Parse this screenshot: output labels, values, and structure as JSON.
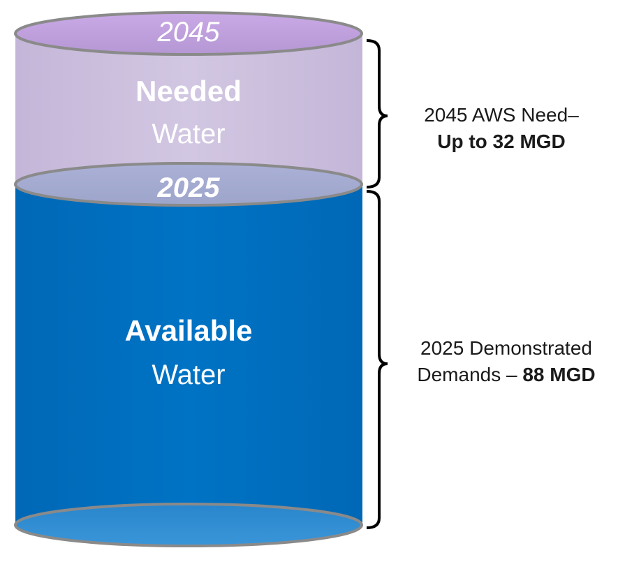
{
  "cylinder": {
    "top_year": "2045",
    "mid_year": "2025",
    "needed": {
      "line1": "Needed",
      "line2": "Water"
    },
    "available": {
      "line1": "Available",
      "line2": "Water"
    }
  },
  "annotations": {
    "need_line1": "2045 AWS Need–",
    "need_line2": "Up to 32 MGD",
    "demand_line1": "2025 Demonstrated",
    "demand_line2_prefix": "Demands – ",
    "demand_line2_bold": "88 MGD"
  },
  "colors": {
    "needed_fill": "#ccc0da",
    "needed_rim": "#b79ccf",
    "available_fill": "#0070c0",
    "available_bottom": "#2b8ad0",
    "mid_rim": "#a6acce",
    "bracket": "#000000"
  }
}
